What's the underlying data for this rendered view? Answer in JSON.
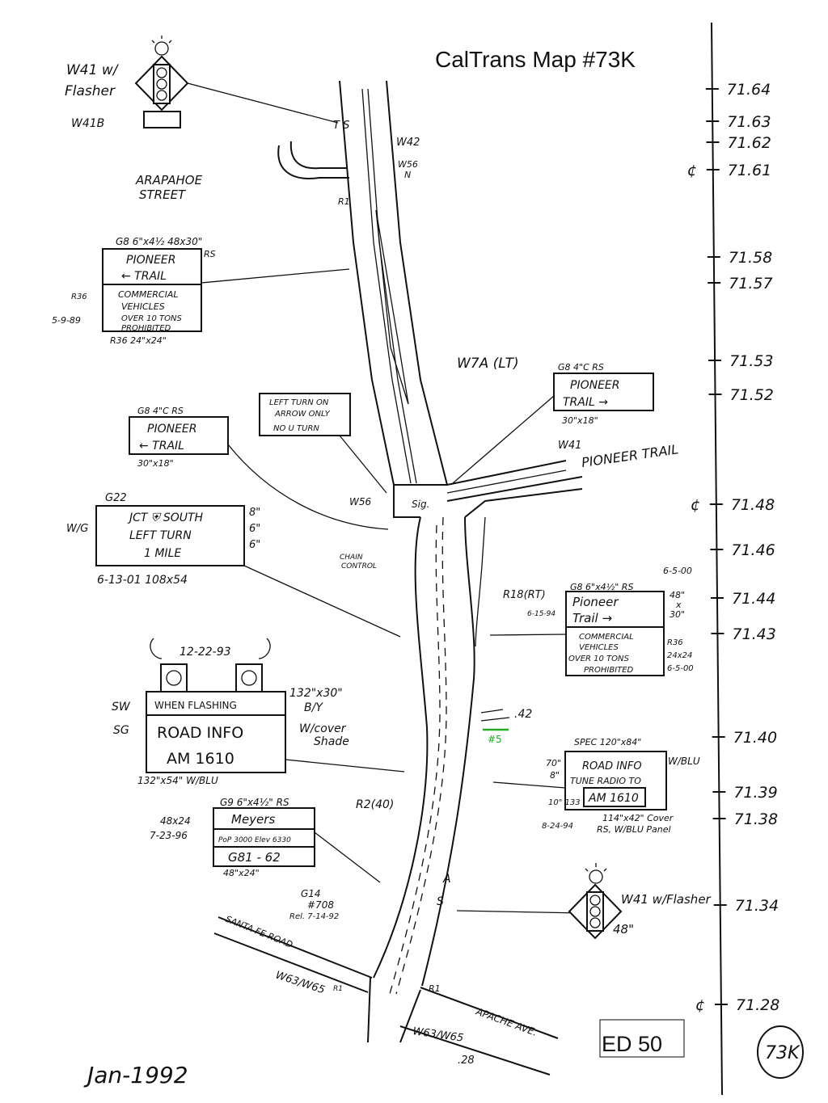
{
  "title": "CalTrans Map #73K",
  "footer": {
    "date": "Jan-1992",
    "ed": "ED 50",
    "sheet_id": "73K"
  },
  "mileposts": [
    {
      "mark": "",
      "value": "71.64"
    },
    {
      "mark": "",
      "value": "71.63"
    },
    {
      "mark": "",
      "value": "71.62"
    },
    {
      "mark": "¢",
      "value": "71.61"
    },
    {
      "mark": "",
      "value": "71.58"
    },
    {
      "mark": "",
      "value": "71.57"
    },
    {
      "mark": "",
      "value": "71.53"
    },
    {
      "mark": "",
      "value": "71.52"
    },
    {
      "mark": "¢",
      "value": "71.48"
    },
    {
      "mark": "",
      "value": "71.46"
    },
    {
      "mark": "",
      "value": "71.44"
    },
    {
      "mark": "",
      "value": "71.43"
    },
    {
      "mark": "",
      "value": "71.40"
    },
    {
      "mark": "",
      "value": "71.39"
    },
    {
      "mark": "",
      "value": "71.38"
    },
    {
      "mark": "",
      "value": "71.34"
    },
    {
      "mark": "¢",
      "value": "71.28"
    }
  ],
  "streets": {
    "arapahoe": [
      "ARAPAHOE",
      "STREET"
    ],
    "pioneer_trail": "PIONEER TRAIL",
    "santa_fe": "SANTA FE ROAD",
    "apache": "APACHE AVE."
  },
  "signals": {
    "top_label": [
      "W41 w/",
      "Flasher"
    ],
    "top_code": "W41B",
    "bottom_label": "W41 w/Flasher",
    "bottom_size": "48\""
  },
  "signs": {
    "pioneer_commercial_top": {
      "spec": "G8 6\"x4½ 48x30\"",
      "rs": "RS",
      "line1": "PIONEER",
      "line2": "← TRAIL",
      "r36": "R36",
      "date": "5-9-89",
      "lines_lower": [
        "COMMERCIAL",
        "VEHICLES",
        "OVER 10 TONS",
        "PROHIBITED"
      ],
      "size": "R36  24\"x24\""
    },
    "left_turn_only": [
      "LEFT TURN ON",
      "ARROW ONLY",
      "NO U TURN"
    ],
    "pioneer_right_top": {
      "spec": "G8  4\"C  RS",
      "line1": "PIONEER",
      "line2": "TRAIL →",
      "size": "30\"x18\""
    },
    "pioneer_left": {
      "spec": "G8  4\"C  RS",
      "line1": "PIONEER",
      "line2": "← TRAIL",
      "size": "30\"x18\""
    },
    "jct_south": {
      "code": "G22",
      "wg": "W/G",
      "lines": [
        "JCT ⛨ SOUTH",
        "LEFT TURN",
        "1 MILE"
      ],
      "heights": [
        "8\"",
        "6\"",
        "6\""
      ],
      "date": "6-13-01  108x54"
    },
    "pioneer_commercial_right": {
      "spec": "G8 6\"x4½\" RS",
      "date_top": "6-5-00",
      "date_side": "6-15-94",
      "line1": "Pioneer",
      "line2": "Trail →",
      "lower": [
        "COMMERCIAL",
        "VEHICLES",
        "OVER 10 TONS",
        "PROHIBITED"
      ],
      "sizes": [
        "48\"",
        "x",
        "30\""
      ],
      "r36": "R36",
      "r36_size": "24x24",
      "r36_date": "6-5-00"
    },
    "road_info_left": {
      "date": "12-22-93",
      "sw": "SW",
      "sg": "SG",
      "top": "WHEN FLASHING",
      "line1": "ROAD INFO",
      "line2": "AM 1610",
      "size_top": "132\"x30\"",
      "by": "B/Y",
      "cover": [
        "W/cover",
        "Shade"
      ],
      "size_bottom": "132\"x54\"  W/BLU"
    },
    "road_info_right": {
      "spec": "SPEC  120\"x84\"",
      "wblu": "W/BLU",
      "line1": "ROAD INFO",
      "line2": "TUNE RADIO TO",
      "line3": "AM 1610",
      "heights": [
        "70\"",
        "8\""
      ],
      "side": "10\" 133",
      "date": "8-24-94",
      "cover": [
        "114\"x42\" Cover",
        "RS, W/BLU Panel"
      ]
    },
    "meyers": {
      "spec": "G9  6\"x4½\" RS",
      "size_left": "48x24",
      "date": "7-23-96",
      "line1": "Meyers",
      "line2": "PoP 3000 Elev 6330",
      "line3": "G81 - 62",
      "size": "48\"x24\""
    }
  },
  "labels": {
    "w42": "W42",
    "w56_top": "W56",
    "w56_n": "N",
    "r1_top": "R1",
    "w7a": "W7A (LT)",
    "w41_pioneer": "W41",
    "sig": "Sig.",
    "w56_mid": "W56",
    "chain": [
      "CHAIN",
      "CONTROL"
    ],
    "r18": "R18(RT)",
    "mp42": ".42",
    "green": "#5",
    "r2": "R2(40)",
    "g14": [
      "G14",
      "#708",
      "Rel. 7-14-92"
    ],
    "w63_left": "W63/W65",
    "r1_left": "R1",
    "r1_right": "R1",
    "w63_right": "W63/W65",
    "mp28": ".28",
    "ts": "T S",
    "a": "A",
    "s": "S"
  }
}
